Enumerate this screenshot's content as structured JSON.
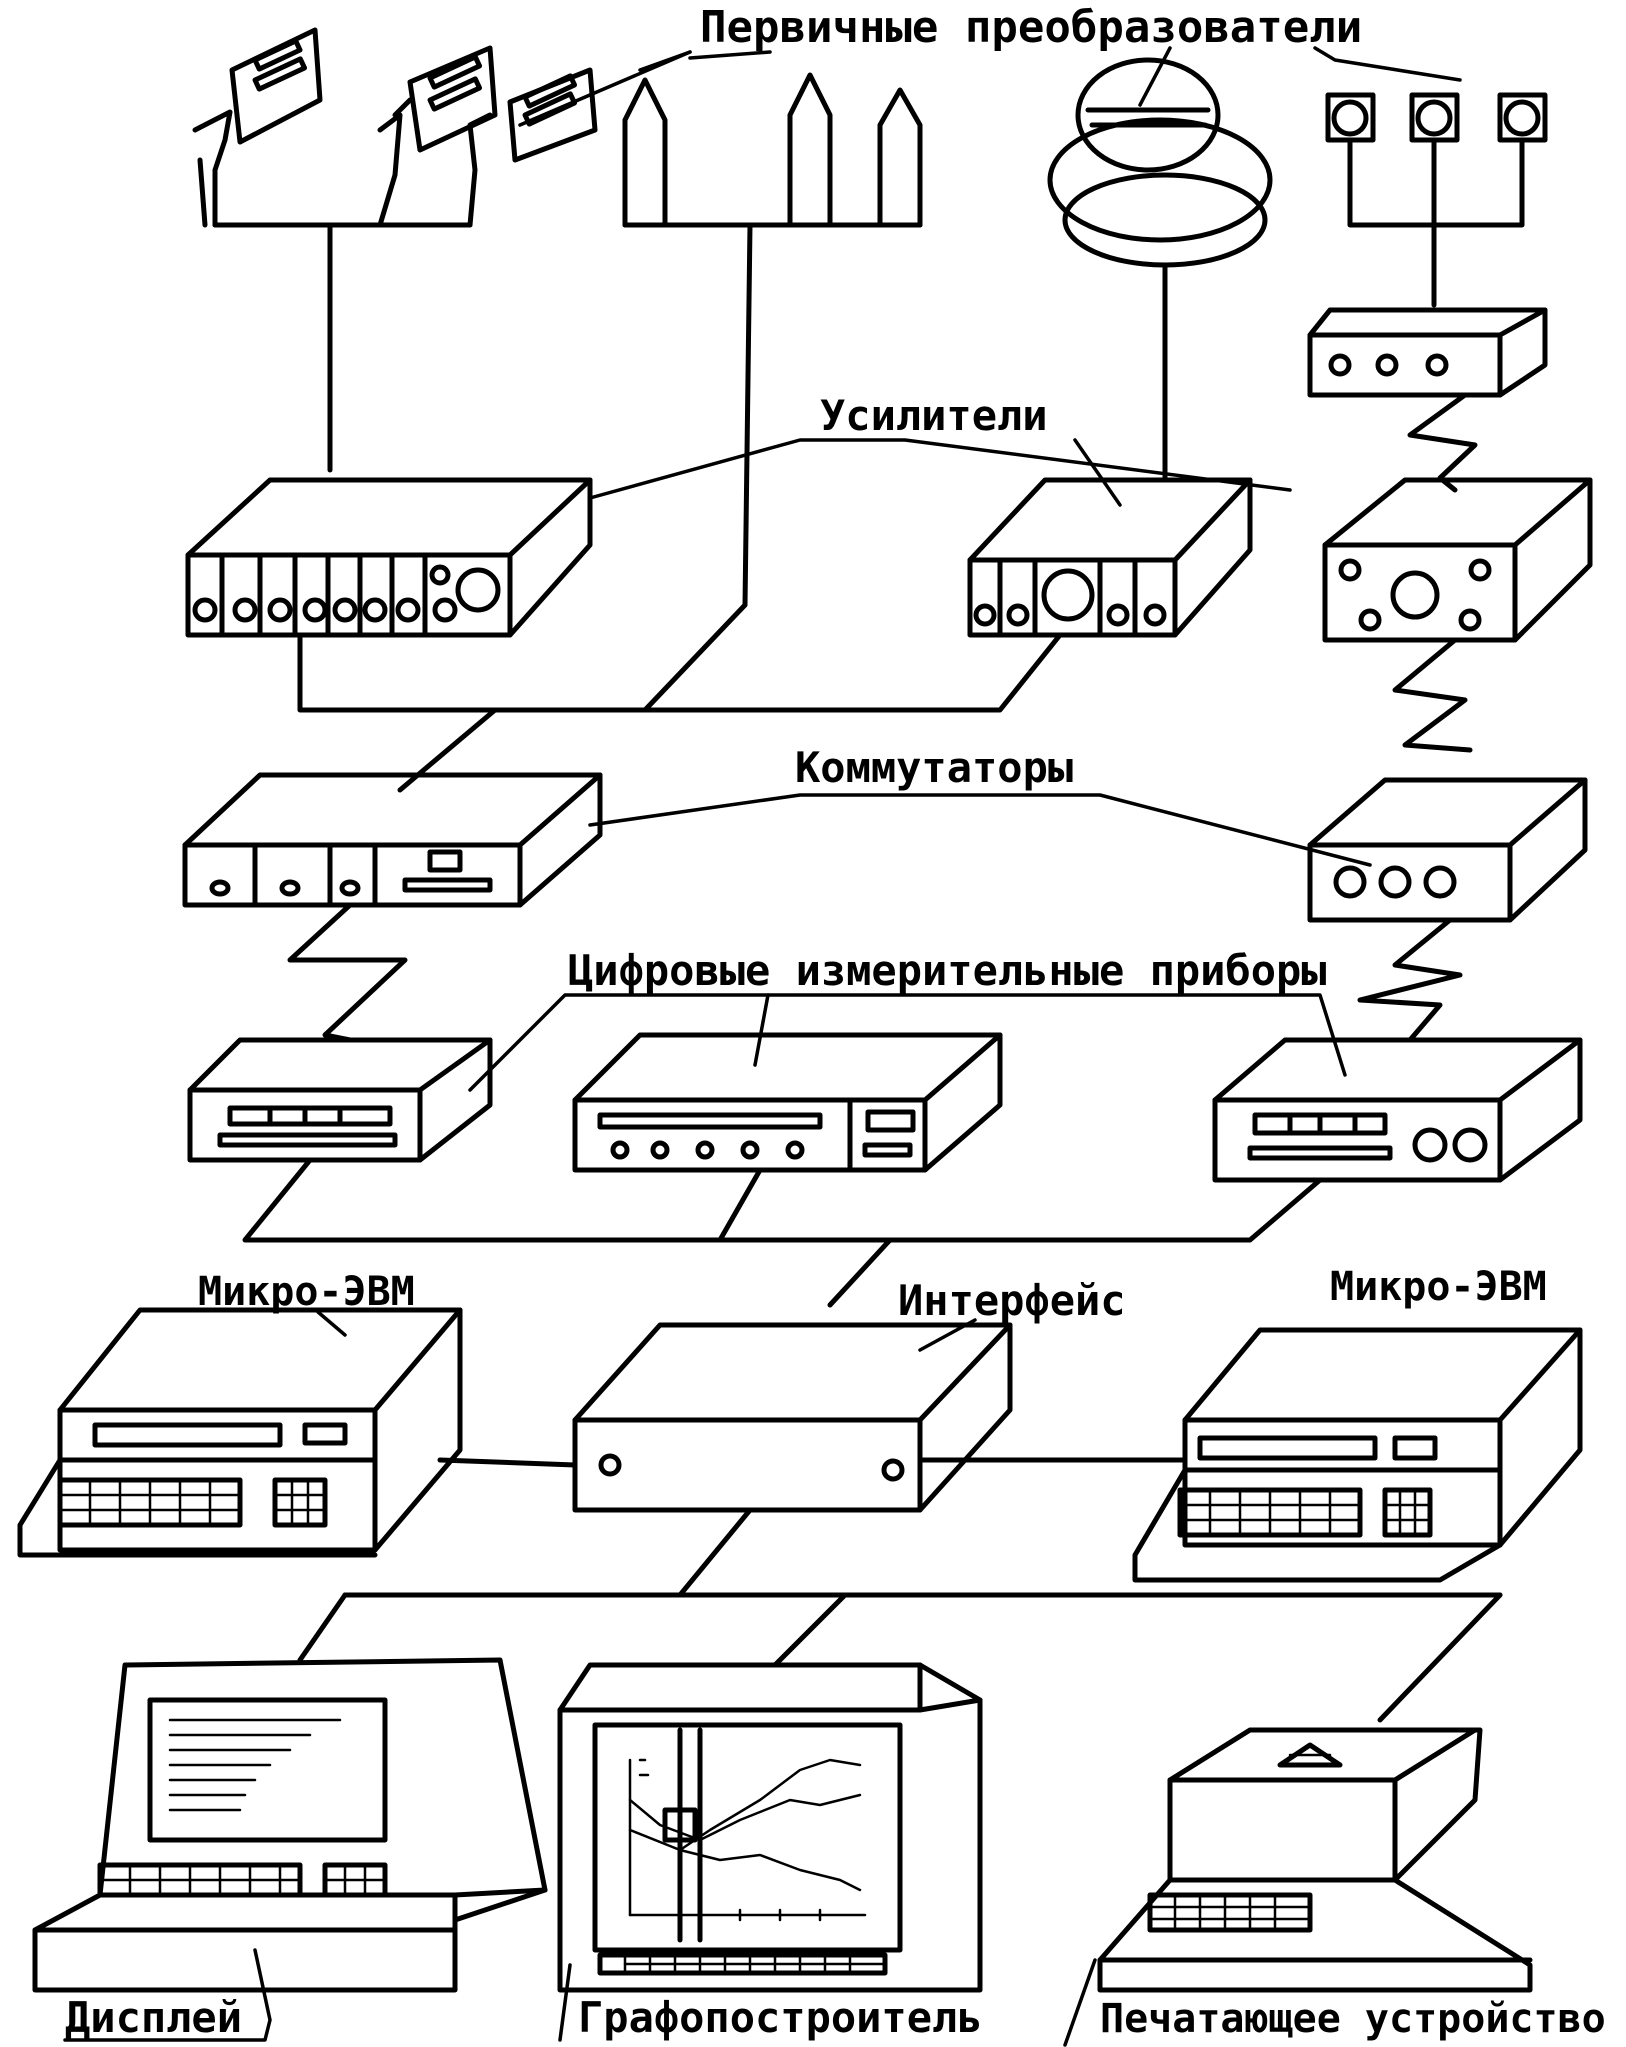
{
  "labels": {
    "primary_converters": "Первичные преобразователи",
    "amplifiers": "Усилители",
    "commutators": "Коммутаторы",
    "digital_meters": "Цифровые измерительные приборы",
    "micro_computer_left": "Микро-ЭВМ",
    "interface": "Интерфейс",
    "micro_computer_right": "Микро-ЭВМ",
    "display": "Дисплей",
    "plotter": "Графопостроитель",
    "printer": "Печатающее устройство"
  }
}
